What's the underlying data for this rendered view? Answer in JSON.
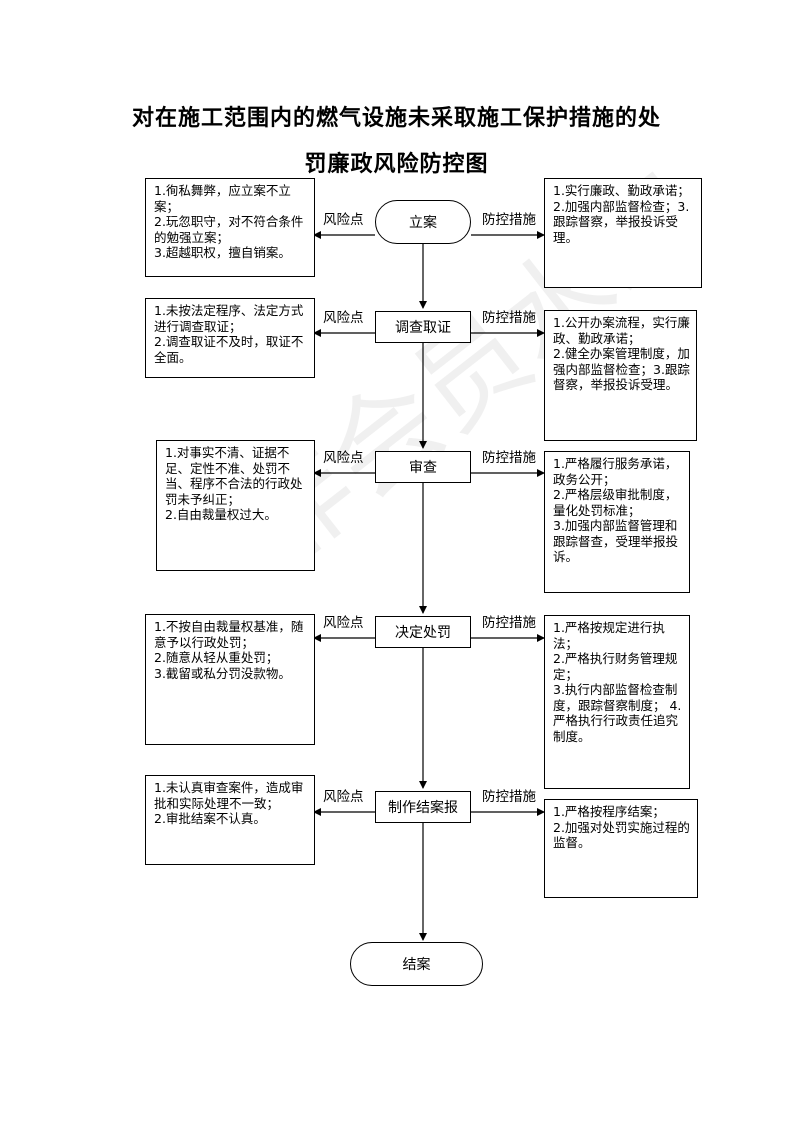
{
  "title": {
    "line1": "对在施工范围内的燃气设施未采取施工保护措施的处",
    "line2": "罚廉政风险防控图"
  },
  "watermark": "非会员水印",
  "labels": {
    "risk": "风险点",
    "control": "防控措施"
  },
  "steps": [
    {
      "name": "立案",
      "risk": "1.徇私舞弊，应立案不立案；\n2.玩忽职守，对不符合条件的勉强立案；\n3.超越职权，擅自销案。",
      "control": "1.实行廉政、勤政承诺；2.加强内部监督检查；3.跟踪督察，举报投诉受理。"
    },
    {
      "name": "调查取证",
      "risk": "1.未按法定程序、法定方式进行调查取证；\n2.调查取证不及时，取证不全面。",
      "control": "1.公开办案流程，实行廉政、勤政承诺；\n2.健全办案管理制度，加强内部监督检查；3.跟踪督察，举报投诉受理。"
    },
    {
      "name": "审查",
      "risk": "1.对事实不清、证据不足、定性不准、处罚不当、程序不合法的行政处罚未予纠正；\n2.自由裁量权过大。",
      "control": "1.严格履行服务承诺，政务公开；\n2.严格层级审批制度，量化处罚标准；\n3.加强内部监督管理和跟踪督查，受理举报投诉。"
    },
    {
      "name": "决定处罚",
      "risk": "1.不按自由裁量权基准，随意予以行政处罚；\n2.随意从轻从重处罚；\n3.截留或私分罚没款物。",
      "control": "1.严格按规定进行执法；\n2.严格执行财务管理规定；\n  3.执行内部监督检查制度，跟踪督察制度； 4.严格执行行政责任追究制度。"
    },
    {
      "name": "制作结案报",
      "risk": "1.未认真审查案件，造成审批和实际处理不一致；\n2.审批结案不认真。",
      "control": "1.严格按程序结案；\n2.加强对处罚实施过程的监督。"
    }
  ],
  "end": "结案"
}
